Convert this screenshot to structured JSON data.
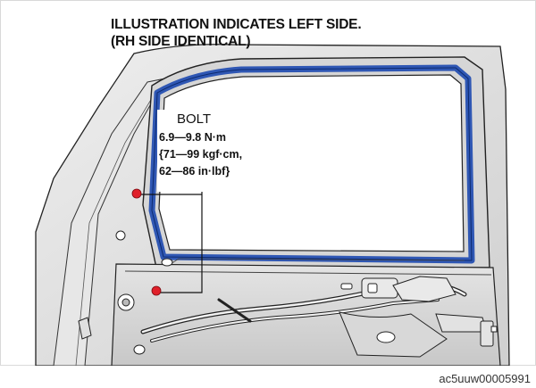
{
  "title": {
    "line1": "ILLUSTRATION INDICATES LEFT SIDE.",
    "line2": "(RH SIDE IDENTICAL)"
  },
  "callout": {
    "label": "BOLT",
    "torque_nm": "6.9—9.8 N·m",
    "torque_kgfcm": "{71—99 kgf·cm,",
    "torque_inlbf": "62—86 in·lbf}"
  },
  "figure_code": "ac5uuw00005991",
  "colors": {
    "seal": "#2f57b4",
    "bolt_marker": "#e0202a",
    "outline": "#222222",
    "panel": "#dcdcdc",
    "glass": "#ffffff"
  },
  "icons": {
    "bolt_marker": "red-dot"
  }
}
